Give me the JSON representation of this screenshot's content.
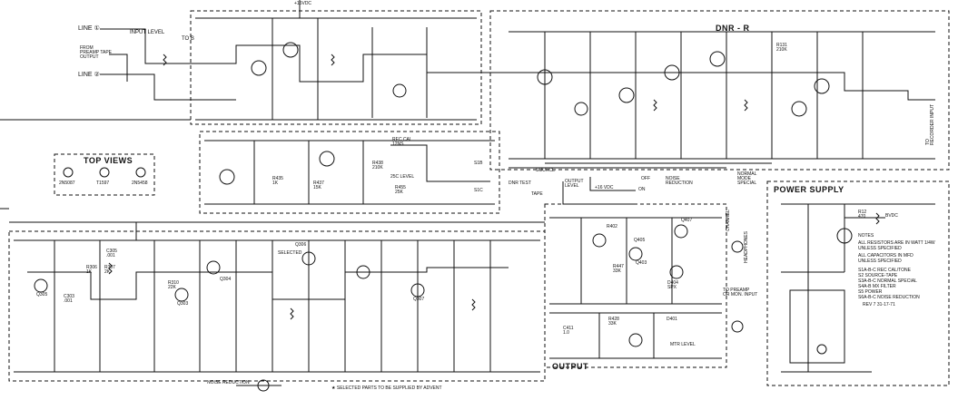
{
  "sections": {
    "dnr": "DNR - R",
    "power_supply": "POWER SUPPLY",
    "top_views": "TOP VIEWS",
    "output": "OUTPUT"
  },
  "inputs": {
    "line1": "LINE ①",
    "line2": "LINE ②",
    "input_level": "INPUT LEVEL",
    "from_preamp": "FROM\nPREAMP TAPE\nOUTPUT",
    "to_b": "TO B"
  },
  "transistors": {
    "top1": "2N5087",
    "top2": "T1597",
    "top3": "2N5458"
  },
  "controls": {
    "rec_cal": "REC CAL\n12NS",
    "level_25c": "25C LEVEL",
    "s1c": "S1C",
    "s1b": "S1B",
    "dnr_test": "DNR TEST",
    "source": "SOURCE",
    "tape": "TAPE",
    "output_level": "OUTPUT\nLEVEL",
    "noise_reduction": "NOISE\nREDUCTION",
    "normal_mode_special": "NORMAL\nMODE\nSPECIAL",
    "on": "ON",
    "off": "OFF",
    "to_recorder_input": "TO\nRECORDER INPUT",
    "to_preamp_mon": "TO PREAMP\nOR MON. INPUT",
    "headphones": "HEADPHONES",
    "channel": "CHANNEL",
    "mtr_level": "MTR LEVEL",
    "selected": "SELECTED",
    "noise_reduction_bottom": "NOISE REDUCTION"
  },
  "power": {
    "v15": "+15VDC",
    "bvdc": "BVDC",
    "nvdc": "+16 VDC"
  },
  "notes": {
    "title": "NOTES",
    "lines": [
      "ALL RESISTORS ARE IN WATT  1/4W",
      "UNLESS SPECIFIED",
      "ALL CAPACITORS IN MFD",
      "UNLESS SPECIFIED",
      "S1A-B-C  REC CAL/TONE",
      "S2        SOURCE-TAPE",
      "S3A-B-C  NORMAL SPECIAL",
      "S4A-B    MX FILTER",
      "S5       POWER",
      "S6A-B-C NOISE REDUCTION"
    ],
    "rev": "REV 7   31-17-71"
  },
  "footnote": "★ SELECTED PARTS TO BE SUPPLIED BY ADVENT",
  "components": {
    "q405": "Q405",
    "q407": "Q407",
    "q403": "Q403",
    "q303": "Q303",
    "q304": "Q304",
    "q305": "Q305",
    "q306": "Q306",
    "q307": "Q307",
    "r131": "R131\n210K",
    "r12": "R12\n470",
    "r428": "R428\n33K",
    "r438": "R438\n210K",
    "r437": "R437\n15K",
    "r435": "R435\n1K",
    "r310": "R310\n22K",
    "r306": "R306\n1K",
    "r307": "R307\n2K",
    "c305": "C305\n.001",
    "c303": "C303\n.001",
    "c411": "C411\n1.0",
    "d401": "D401",
    "d404": "D404\nSPX",
    "r447": "R447\n33K",
    "r402": "R402",
    "r455": "R455\n25K"
  }
}
